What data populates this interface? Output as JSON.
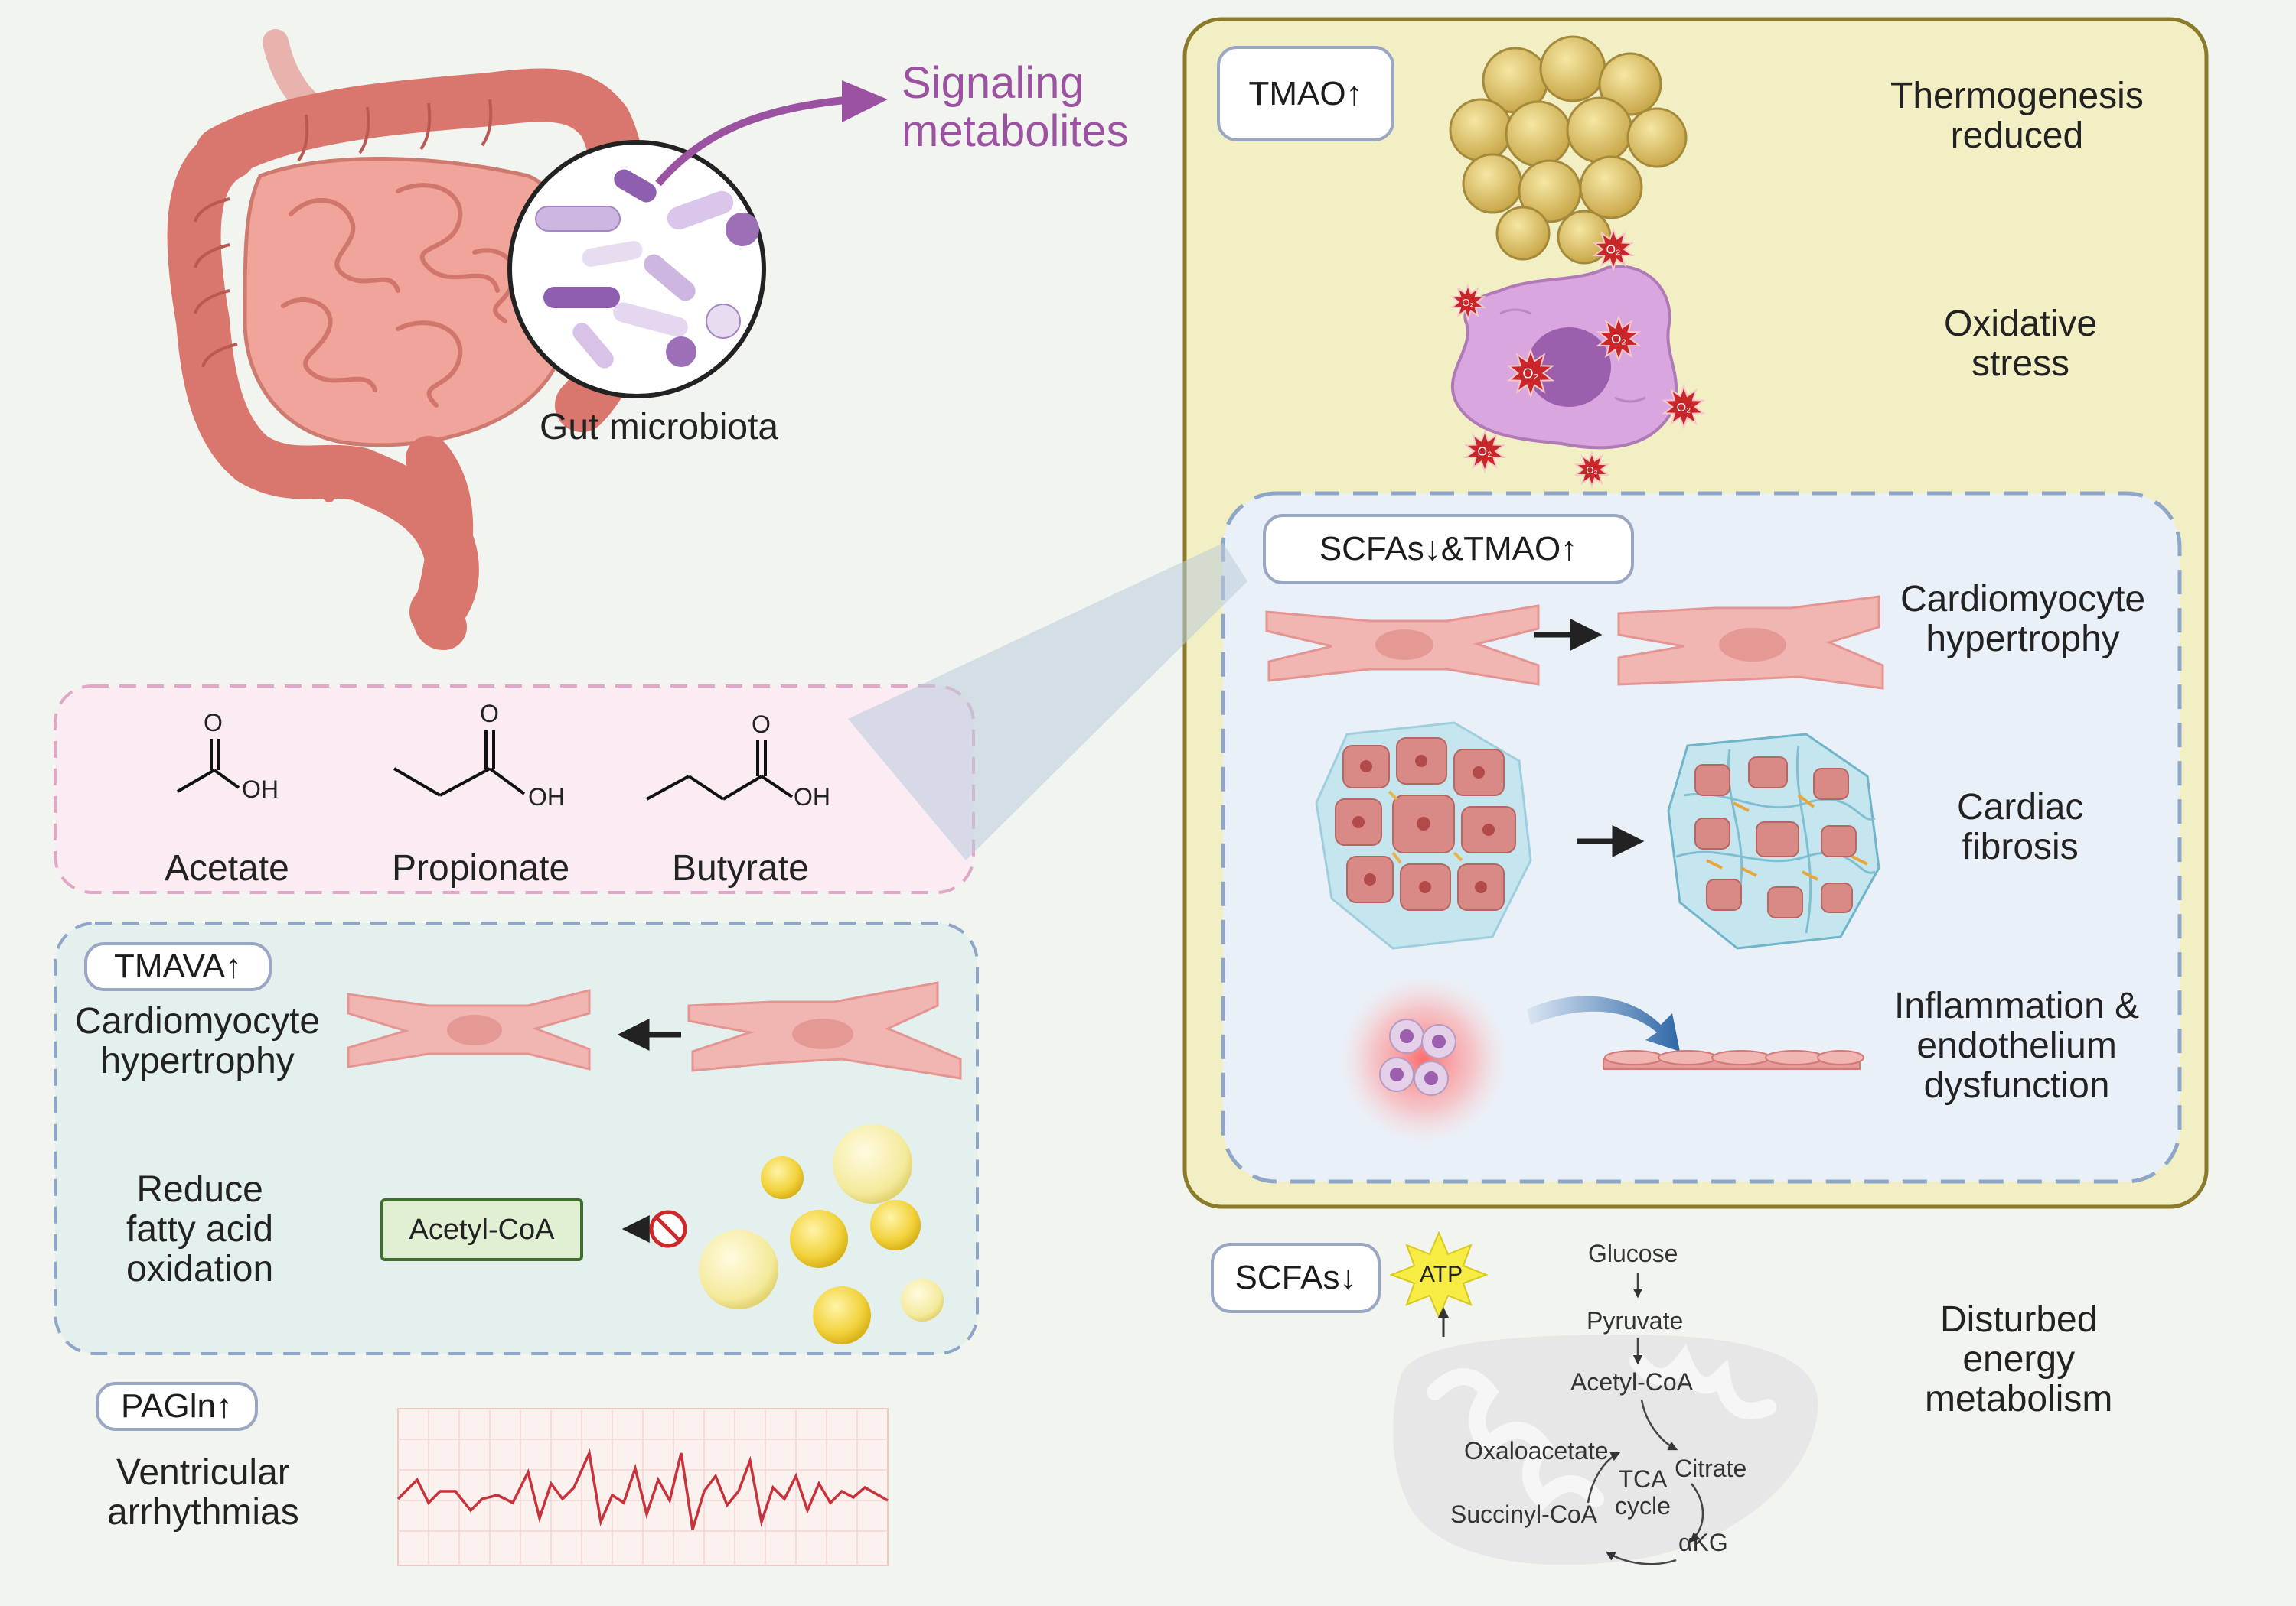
{
  "signaling": [
    "Signaling",
    "metabolites"
  ],
  "gut_label": "Gut microbiota",
  "scfa_molecules": [
    {
      "name": "Acetate",
      "oh": "OH",
      "o": "O"
    },
    {
      "name": "Propionate",
      "oh": "OH",
      "o": "O"
    },
    {
      "name": "Butyrate",
      "oh": "OH",
      "o": "O"
    }
  ],
  "tmava": {
    "tag": "TMAVA↑",
    "hypertrophy": [
      "Cardiomyocyte",
      "hypertrophy"
    ],
    "fatty_acid": [
      "Reduce",
      "fatty acid",
      "oxidation"
    ],
    "acetyl_coa": "Acetyl-CoA"
  },
  "pagln": {
    "tag": "PAGln↑",
    "label": [
      "Ventricular",
      "arrhythmias"
    ]
  },
  "tmao_panel": {
    "tag": "TMAO↑",
    "thermogenesis": [
      "Thermogenesis",
      "reduced"
    ],
    "oxidative": [
      "Oxidative",
      "stress"
    ],
    "o2": "O₂"
  },
  "combined_panel": {
    "tag": "SCFAs↓&TMAO↑",
    "hypertrophy": [
      "Cardiomyocyte",
      "hypertrophy"
    ],
    "fibrosis": [
      "Cardiac",
      "fibrosis"
    ],
    "inflammation": [
      "Inflammation &",
      "endothelium",
      "dysfunction"
    ]
  },
  "energy": {
    "tag": "SCFAs↓",
    "atp": "ATP",
    "glucose": "Glucose",
    "pyruvate": "Pyruvate",
    "acetyl_coa": "Acetyl-CoA",
    "oxaloacetate": "Oxaloacetate",
    "citrate": "Citrate",
    "tca": [
      "TCA",
      "cycle"
    ],
    "succinyl": "Succinyl-CoA",
    "akg": "αKG",
    "label": [
      "Disturbed",
      "energy",
      "metabolism"
    ]
  },
  "colors": {
    "tmao_panel_bg": "#f3efc4",
    "tmao_panel_border": "#8a7a2a",
    "combined_panel_bg": "#eaf0f7",
    "scfa_panel_bg": "#fbecf3",
    "tmava_panel_bg": "#e3f0ee",
    "signal_arrow": "#9b52a0",
    "cardiomyocyte": "#f1b5b2"
  }
}
